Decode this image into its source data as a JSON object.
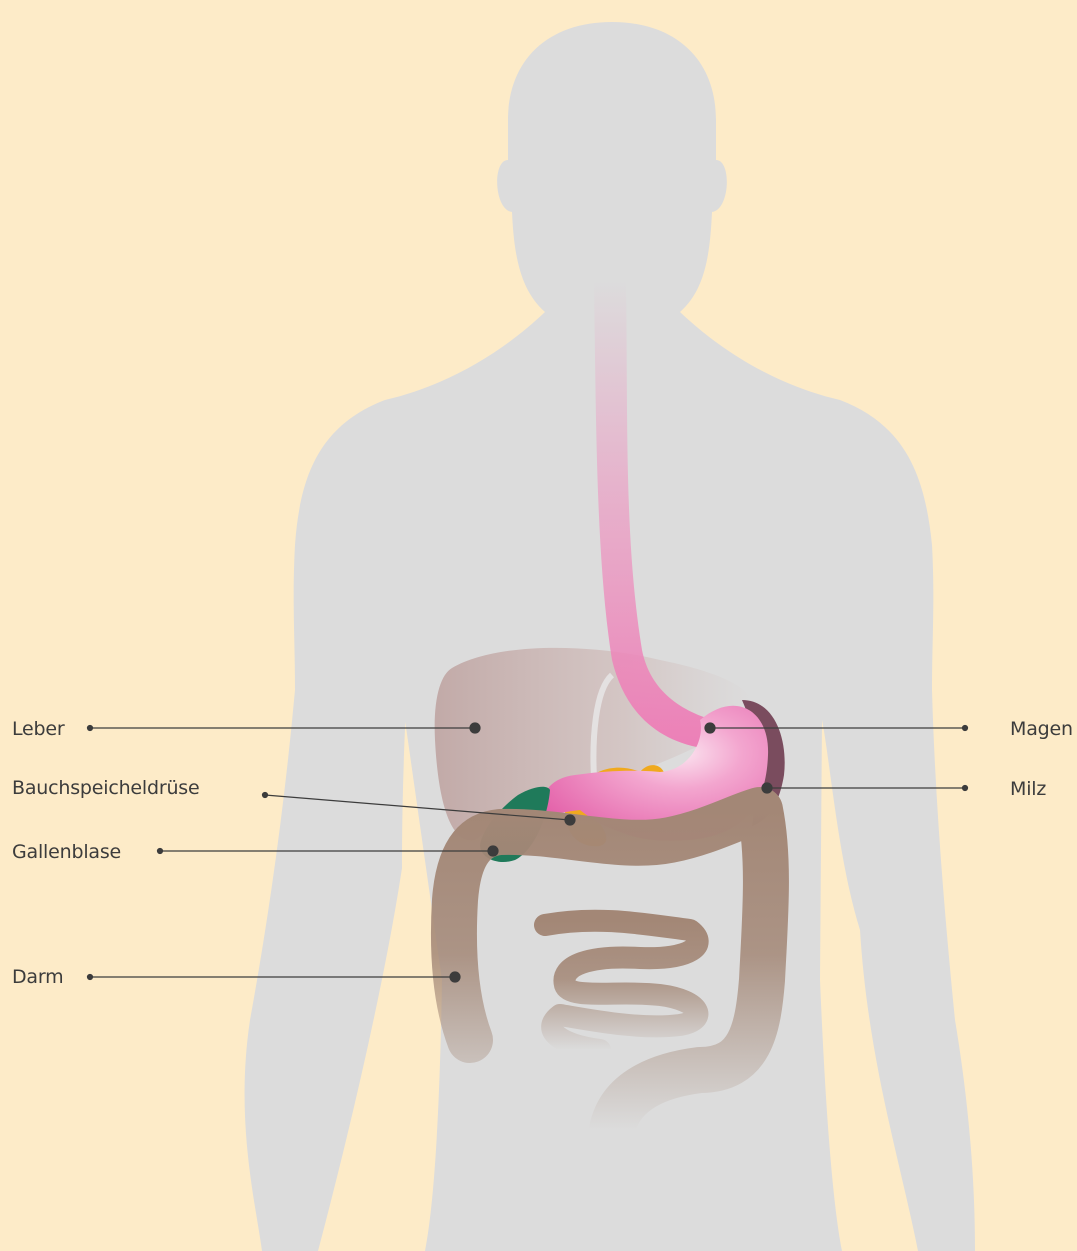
{
  "colors": {
    "background": "#fdebc8",
    "body_silhouette": "#dcdcdc",
    "liver": "#c9a9a6",
    "stomach": "#e878b4",
    "spleen": "#7a4c5e",
    "pancreas": "#f0a91e",
    "gallbladder": "#1f7a5a",
    "intestine": "#a38776",
    "esophagus": "#ef8fbe",
    "leader_line": "#3c3c3c"
  },
  "labels": {
    "leber": "Leber",
    "bauchspeicheldruese": "Bauchspeicheldrüse",
    "gallenblase": "Gallenblase",
    "darm": "Darm",
    "magen": "Magen",
    "milz": "Milz"
  }
}
